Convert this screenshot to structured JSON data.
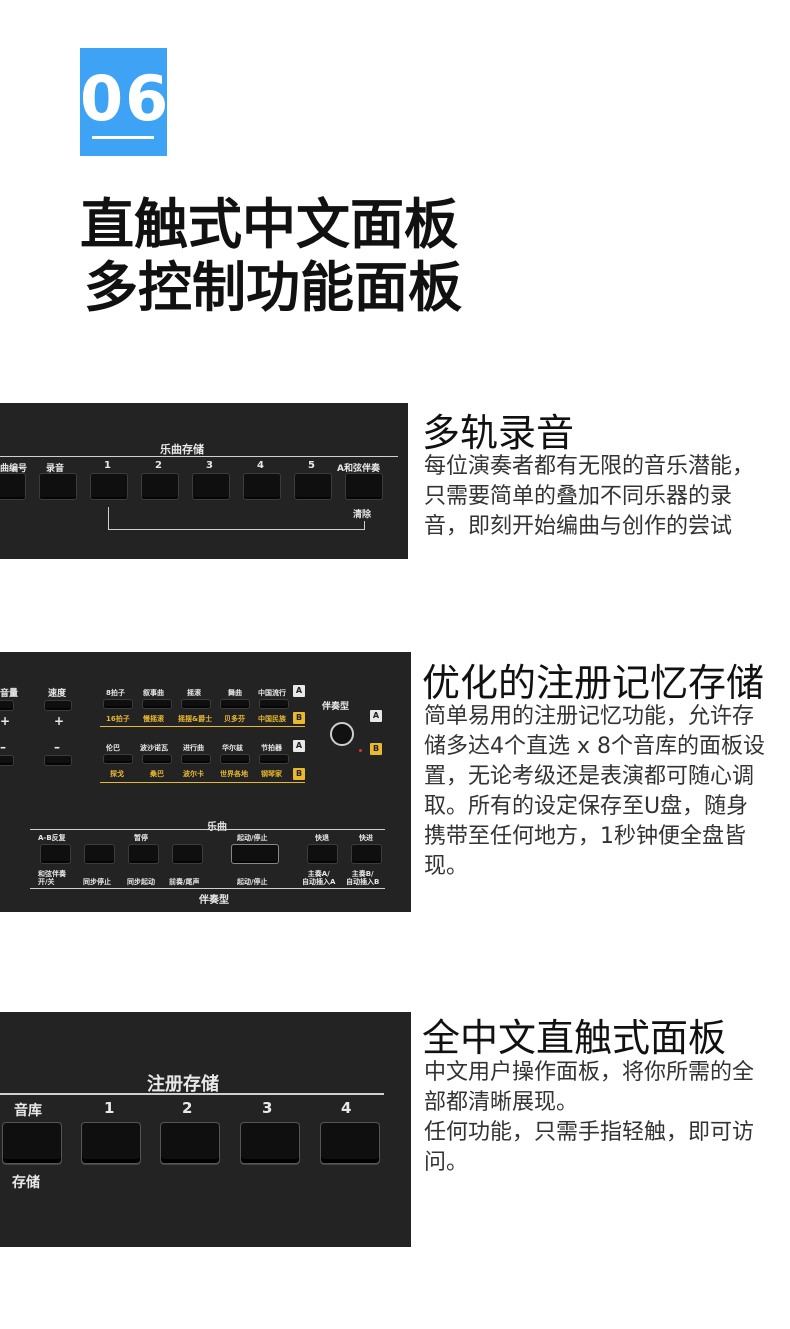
{
  "badge": {
    "number": "06",
    "color": "#3ea3f5"
  },
  "headline": {
    "line1": "直触式中文面板",
    "line2": "多控制功能面板"
  },
  "sections": [
    {
      "title": "多轨录音",
      "body": "每位演奏者都有无限的音乐潜能，只需要简单的叠加不同乐器的录音，即刻开始编曲与创作的尝试"
    },
    {
      "title": "优化的注册记忆存储",
      "body": "简单易用的注册记忆功能，允许存储多达4个直选 x 8个音库的面板设置，无论考级还是表演都可随心调取。所有的设定保存至U盘，随身携带至任何地方，1秒钟便全盘皆现。"
    },
    {
      "title": "全中文直触式面板",
      "body_lines": [
        "中文用户操作面板，将你所需的全部都清晰展现。",
        "任何功能，只需手指轻触，即可访问。"
      ]
    }
  ],
  "panel1": {
    "group": "乐曲存储",
    "labels": [
      "曲编号",
      "录音",
      "1",
      "2",
      "3",
      "4",
      "5",
      "A和弦伴奏"
    ],
    "sub": "清除"
  },
  "panel2": {
    "left_labels": [
      "音量",
      "速度",
      "+",
      "+",
      "–",
      "–"
    ],
    "row1": [
      "8拍子",
      "叙事曲",
      "摇滚",
      "舞曲",
      "中国流行"
    ],
    "row1b": [
      "16拍子",
      "慢摇滚",
      "摇摆&爵士",
      "贝多芬",
      "中国民族"
    ],
    "row2": [
      "伦巴",
      "波沙诺瓦",
      "进行曲",
      "华尔兹",
      "节拍器"
    ],
    "row2b": [
      "探戈",
      "桑巴",
      "波尔卡",
      "世界各地",
      "钢琴家"
    ],
    "tag_a": "A",
    "tag_b": "B",
    "style_label": "伴奏型",
    "song_label": "乐曲",
    "top_labels": [
      "A-B反复",
      "暂停",
      "起动/停止",
      "快退",
      "快进"
    ],
    "bottom_labels": [
      "和弦伴奏\n开/关",
      "同步停止",
      "同步起动",
      "前奏/尾声",
      "起动/停止",
      "主奏A/\n自动插入A",
      "主奏B/\n自动插入B"
    ],
    "bottom_group": "伴奏型"
  },
  "panel3": {
    "group": "注册存储",
    "labels": [
      "音库",
      "1",
      "2",
      "3",
      "4"
    ],
    "sub": "存储"
  }
}
